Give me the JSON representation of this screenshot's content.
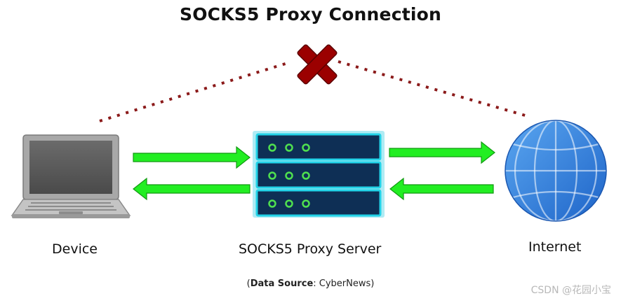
{
  "title": "SOCKS5 Proxy Connection",
  "nodes": {
    "device": "Device",
    "proxy": "SOCKS5 Proxy Server",
    "internet": "Internet"
  },
  "source": {
    "prefix": "(",
    "label": "Data Source",
    "sep": ": ",
    "value": "CyberNews",
    "suffix": ")"
  },
  "watermark": "CSDN @花园小宝",
  "colors": {
    "arrow": "#22ee22",
    "dotted_line": "#8b1a1a",
    "x_mark": "#9b0000",
    "server_body": "#0e2f55",
    "server_border": "#22d3e8",
    "server_led": "#4fe04f",
    "globe": "#2d7fdc"
  },
  "icons": [
    "laptop-icon",
    "server-icon",
    "globe-icon",
    "blocked-x-icon"
  ]
}
